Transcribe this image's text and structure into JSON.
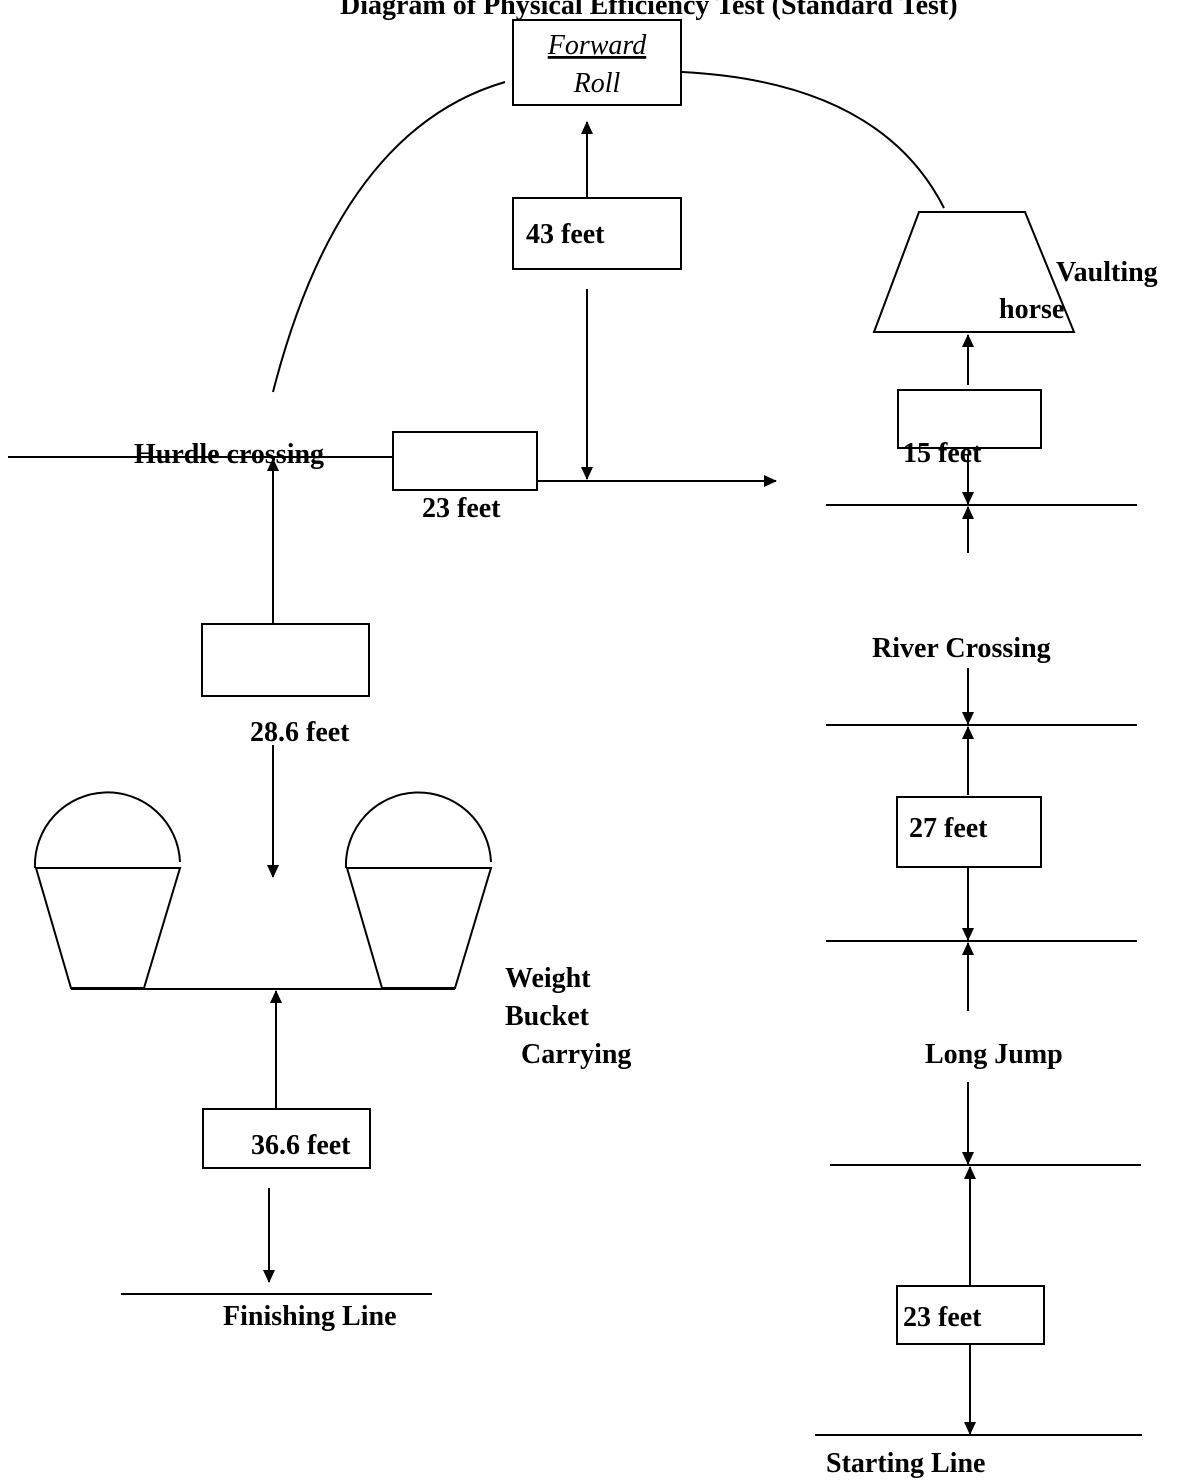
{
  "title": "Diagram of Physical Efficiency Test (Standard Test)",
  "stations": {
    "forward_roll": {
      "line1": "Forward",
      "line2": "Roll"
    },
    "vaulting_horse": {
      "line1": "Vaulting",
      "line2": "horse"
    },
    "hurdle_crossing": "Hurdle crossing",
    "river_crossing": "River Crossing",
    "long_jump": "Long Jump",
    "weight_bucket": {
      "line1": "Weight",
      "line2": "Bucket",
      "line3": "Carrying"
    },
    "finishing_line": "Finishing Line",
    "starting_line": "Starting Line"
  },
  "distances": {
    "forward_roll_gap": "43 feet",
    "hurdle_gap": "23 feet",
    "vault_gap": "15 feet",
    "hurdle_to_bucket": "28.6 feet",
    "river_to_longjump": "27 feet",
    "bucket_to_finish": "36.6 feet",
    "start_to_longjump": "23 feet"
  }
}
